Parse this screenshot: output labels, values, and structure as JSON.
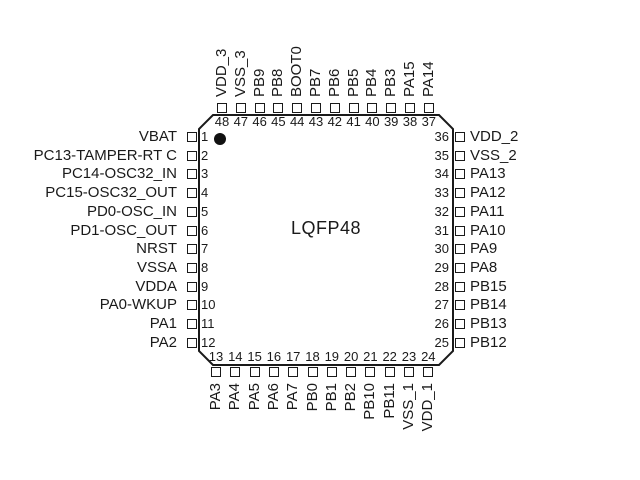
{
  "package": {
    "name": "LQFP48",
    "pin1_indicator": "filled-circle"
  },
  "colors": {
    "ink": "#1a1a1a",
    "background": "#ffffff"
  },
  "sides": {
    "top": {
      "order": "left-to-right",
      "pins": [
        {
          "number": 48,
          "label": "VDD_3"
        },
        {
          "number": 47,
          "label": "VSS_3"
        },
        {
          "number": 46,
          "label": "PB9"
        },
        {
          "number": 45,
          "label": "PB8"
        },
        {
          "number": 44,
          "label": "BOOT0"
        },
        {
          "number": 43,
          "label": "PB7"
        },
        {
          "number": 42,
          "label": "PB6"
        },
        {
          "number": 41,
          "label": "PB5"
        },
        {
          "number": 40,
          "label": "PB4"
        },
        {
          "number": 39,
          "label": "PB3"
        },
        {
          "number": 38,
          "label": "PA15"
        },
        {
          "number": 37,
          "label": "PA14"
        }
      ]
    },
    "left": {
      "order": "top-to-bottom",
      "pins": [
        {
          "number": 1,
          "label": "VBAT"
        },
        {
          "number": 2,
          "label": "PC13-TAMPER-RT C"
        },
        {
          "number": 3,
          "label": "PC14-OSC32_IN"
        },
        {
          "number": 4,
          "label": "PC15-OSC32_OUT"
        },
        {
          "number": 5,
          "label": "PD0-OSC_IN"
        },
        {
          "number": 6,
          "label": "PD1-OSC_OUT"
        },
        {
          "number": 7,
          "label": "NRST"
        },
        {
          "number": 8,
          "label": "VSSA"
        },
        {
          "number": 9,
          "label": "VDDA"
        },
        {
          "number": 10,
          "label": "PA0-WKUP"
        },
        {
          "number": 11,
          "label": "PA1"
        },
        {
          "number": 12,
          "label": "PA2"
        }
      ]
    },
    "right": {
      "order": "top-to-bottom",
      "pins": [
        {
          "number": 36,
          "label": "VDD_2"
        },
        {
          "number": 35,
          "label": "VSS_2"
        },
        {
          "number": 34,
          "label": "PA13"
        },
        {
          "number": 33,
          "label": "PA12"
        },
        {
          "number": 32,
          "label": "PA11"
        },
        {
          "number": 31,
          "label": "PA10"
        },
        {
          "number": 30,
          "label": "PA9"
        },
        {
          "number": 29,
          "label": "PA8"
        },
        {
          "number": 28,
          "label": "PB15"
        },
        {
          "number": 27,
          "label": "PB14"
        },
        {
          "number": 26,
          "label": "PB13"
        },
        {
          "number": 25,
          "label": "PB12"
        }
      ]
    },
    "bottom": {
      "order": "left-to-right",
      "pins": [
        {
          "number": 13,
          "label": "PA3"
        },
        {
          "number": 14,
          "label": "PA4"
        },
        {
          "number": 15,
          "label": "PA5"
        },
        {
          "number": 16,
          "label": "PA6"
        },
        {
          "number": 17,
          "label": "PA7"
        },
        {
          "number": 18,
          "label": "PB0"
        },
        {
          "number": 19,
          "label": "PB1"
        },
        {
          "number": 20,
          "label": "PB2"
        },
        {
          "number": 21,
          "label": "PB10"
        },
        {
          "number": 22,
          "label": "PB11"
        },
        {
          "number": 23,
          "label": "VSS_1"
        },
        {
          "number": 24,
          "label": "VDD_1"
        }
      ]
    }
  }
}
